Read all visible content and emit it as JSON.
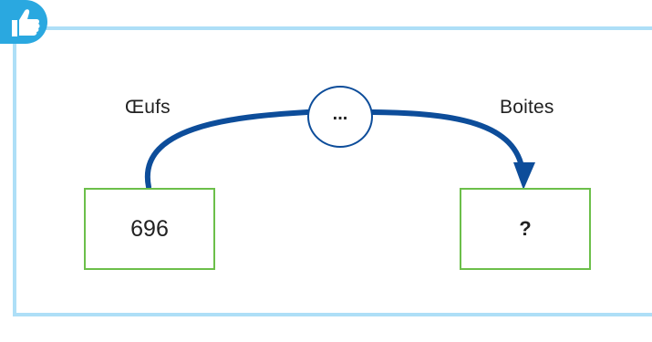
{
  "left_label": "Œufs",
  "right_label": "Boites",
  "left_value": "696",
  "right_value": "?",
  "operator": "...",
  "icon": "thumbs-up-icon",
  "colors": {
    "frame": "#aedff7",
    "arrow": "#0d4d9a",
    "box_border": "#6cbf4a",
    "badge": "#2aa8e0"
  }
}
